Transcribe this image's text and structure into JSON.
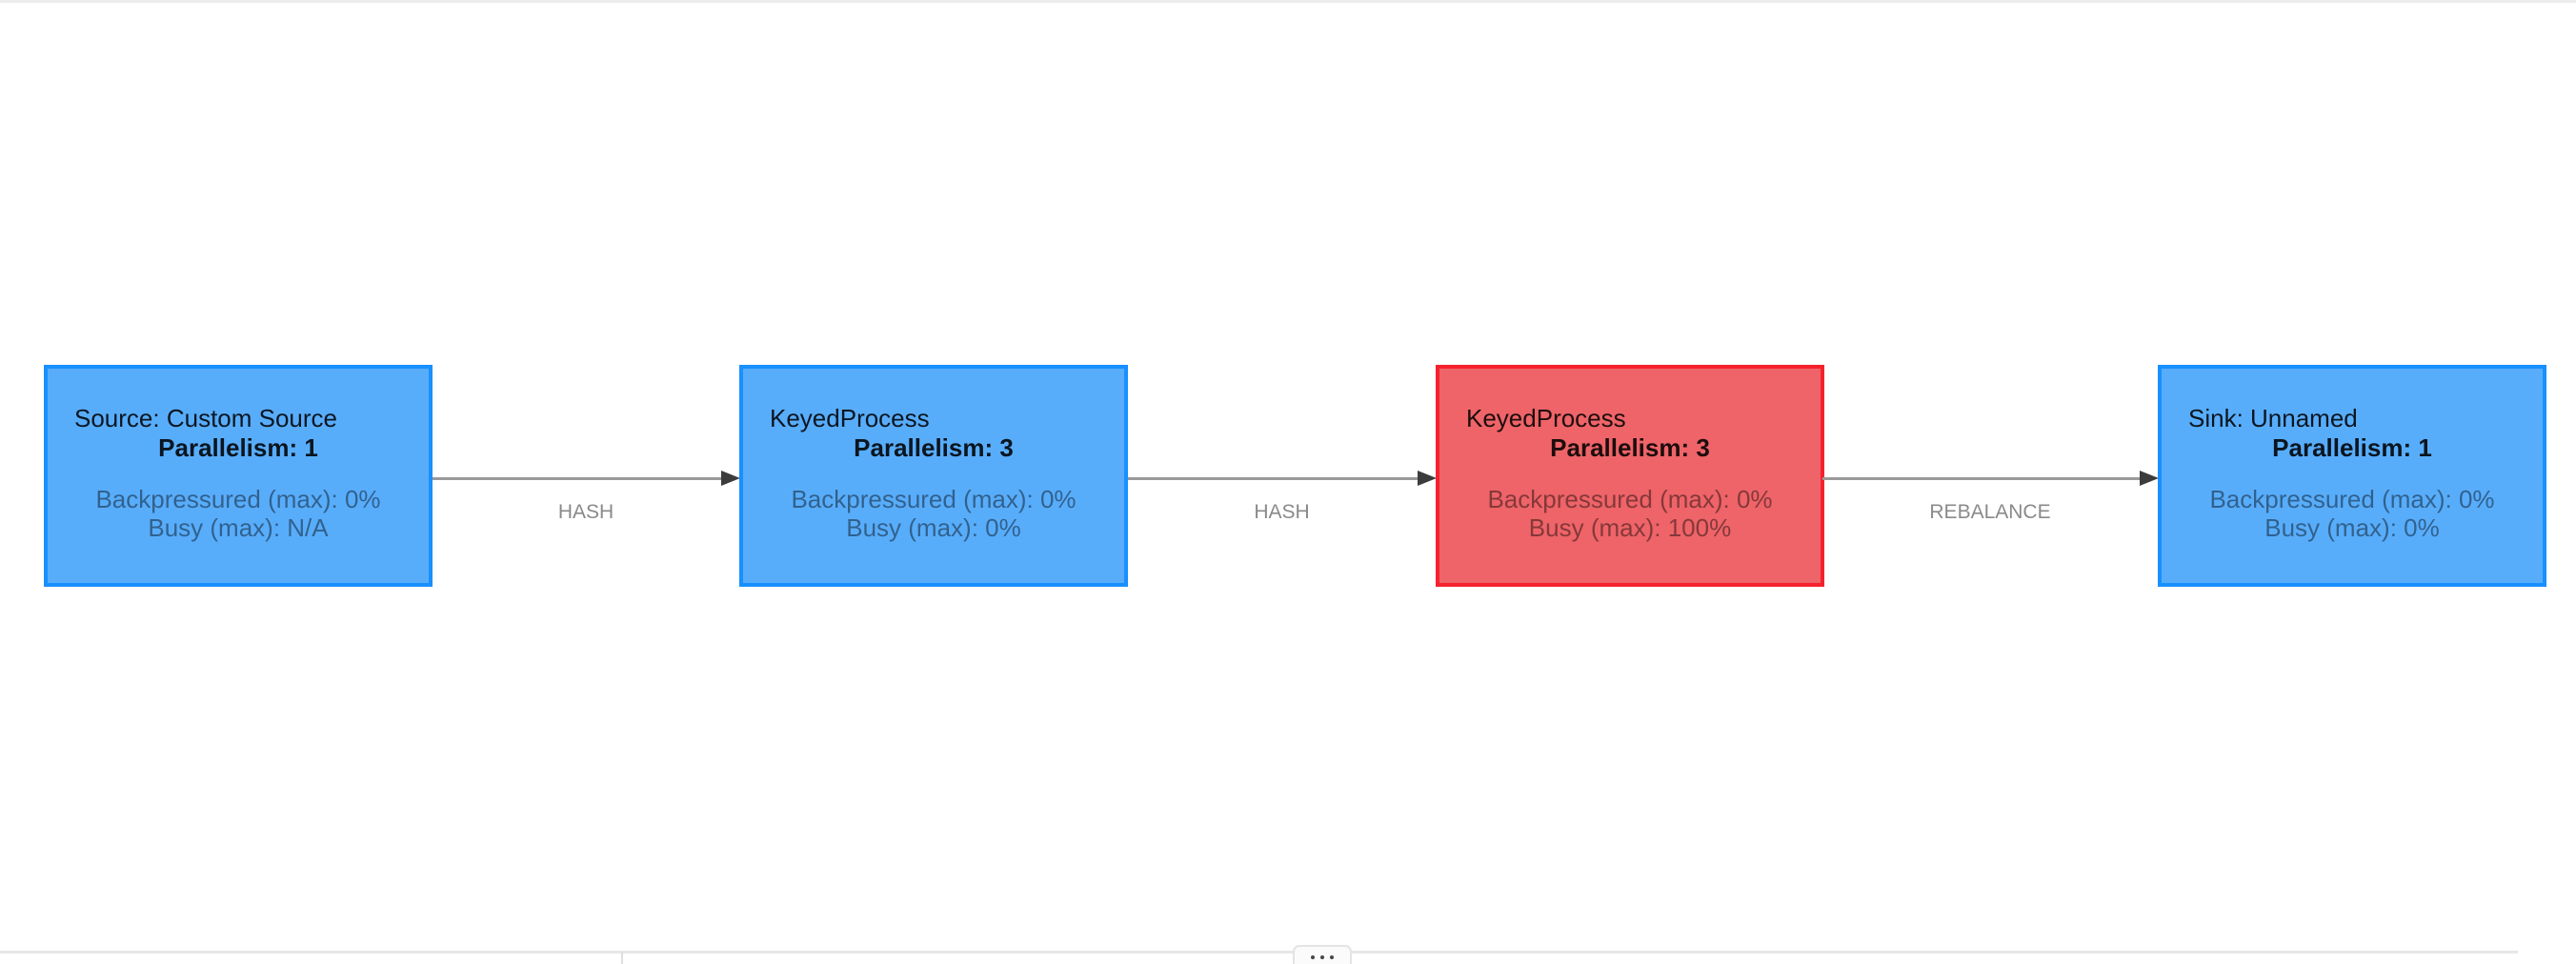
{
  "diagram": {
    "nodes": [
      {
        "name": "Source: Custom Source",
        "parallelism": "Parallelism: 1",
        "backpressured": "Backpressured (max): 0%",
        "busy": "Busy (max): N/A",
        "state": "normal"
      },
      {
        "name": "KeyedProcess",
        "parallelism": "Parallelism: 3",
        "backpressured": "Backpressured (max): 0%",
        "busy": "Busy (max): 0%",
        "state": "normal"
      },
      {
        "name": "KeyedProcess",
        "parallelism": "Parallelism: 3",
        "backpressured": "Backpressured (max): 0%",
        "busy": "Busy (max): 100%",
        "state": "busy"
      },
      {
        "name": "Sink: Unnamed",
        "parallelism": "Parallelism: 1",
        "backpressured": "Backpressured (max): 0%",
        "busy": "Busy (max): 0%",
        "state": "normal"
      }
    ],
    "edges": [
      {
        "label": "HASH"
      },
      {
        "label": "HASH"
      },
      {
        "label": "REBALANCE"
      }
    ],
    "colors": {
      "node_normal_fill": "#58adfb",
      "node_normal_border": "#1890ff",
      "node_busy_fill": "#ee6468",
      "node_busy_border": "#f5222d",
      "edge_line": "#999999",
      "edge_arrow": "#3c3c3c",
      "edge_label_text": "#8a8a8a",
      "divider": "#e7e7e7"
    }
  },
  "bottom_panel": {
    "resize_handle_icon": "ellipsis-icon"
  }
}
